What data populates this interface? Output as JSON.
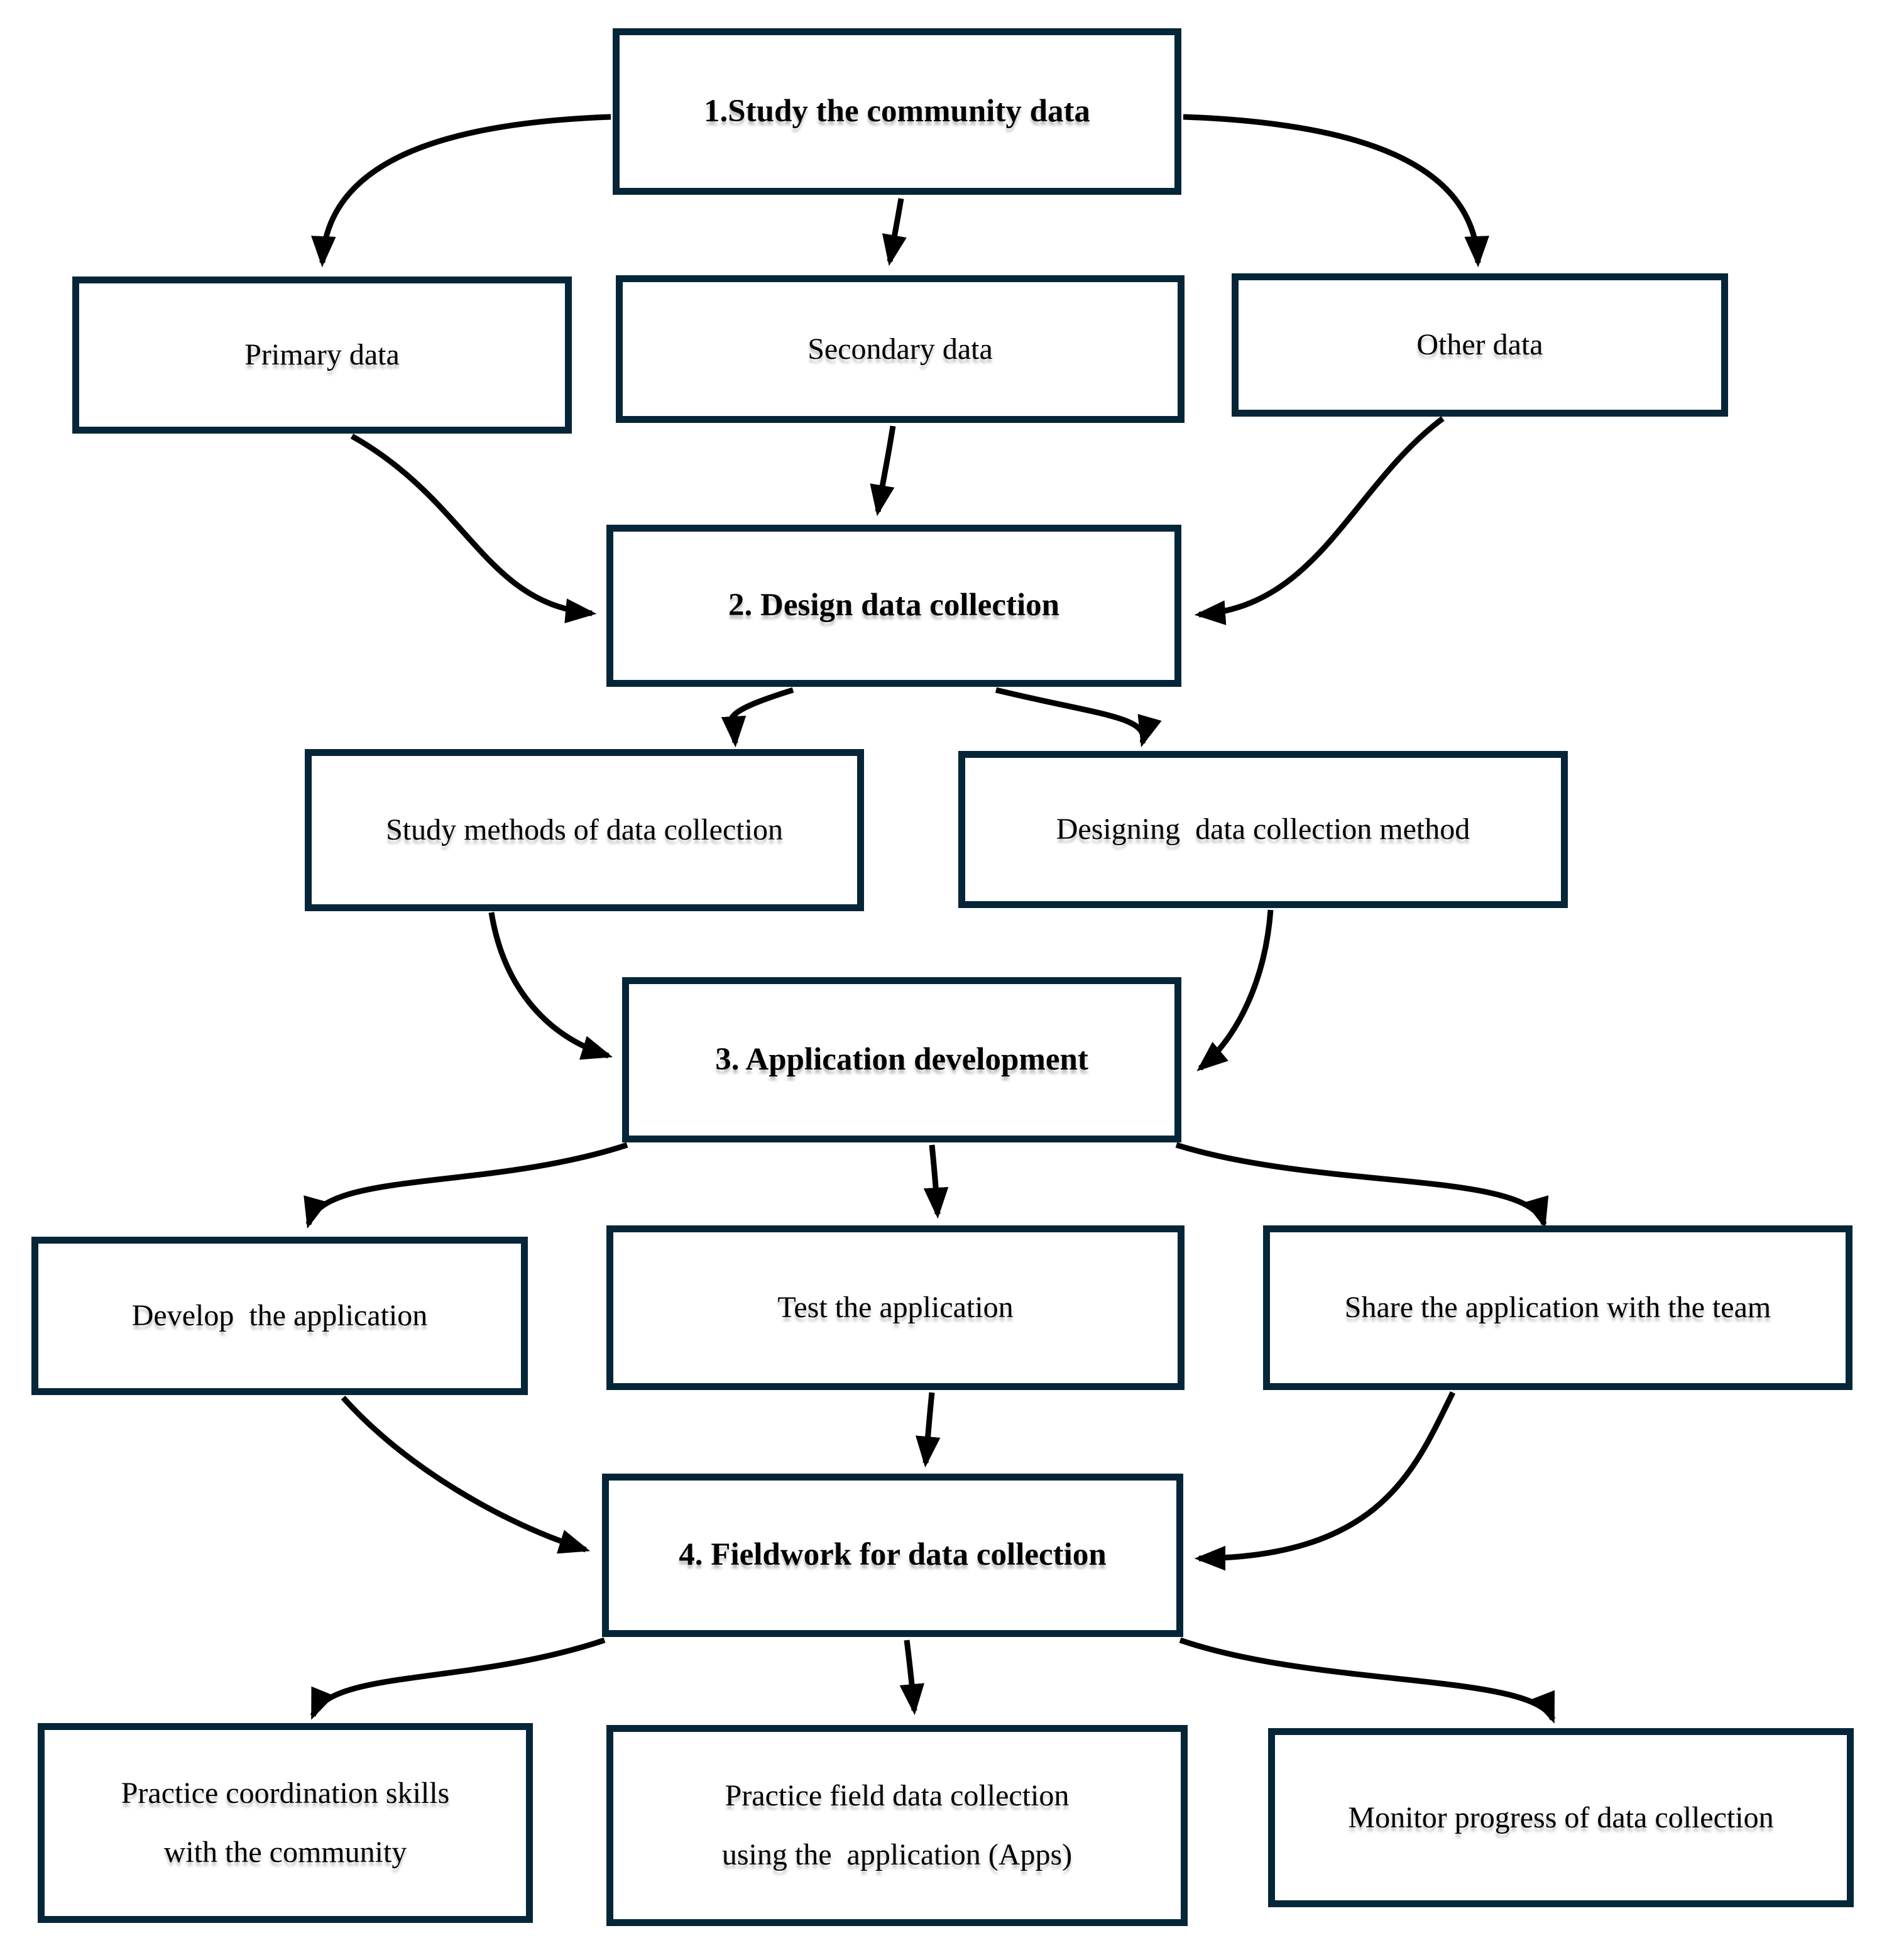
{
  "colors": {
    "box_border": "#052638",
    "arrow": "#000000",
    "text": "#000000",
    "background": "#ffffff"
  },
  "nodes": {
    "study": {
      "label": "1.Study the community data"
    },
    "primary": {
      "label": "Primary data"
    },
    "secondary": {
      "label": "Secondary data"
    },
    "other": {
      "label": "Other data"
    },
    "design": {
      "label": "2. Design data collection"
    },
    "methods": {
      "label": "Study methods of data collection"
    },
    "designing": {
      "label": "Designing  data collection method"
    },
    "appdev": {
      "label": "3. Application development"
    },
    "develop": {
      "label": "Develop  the application"
    },
    "test": {
      "label": "Test the application"
    },
    "share": {
      "label": "Share the application with the team"
    },
    "fieldwork": {
      "label": "4. Fieldwork for data collection"
    },
    "coord": {
      "lines": [
        "Practice coordination skills",
        "with the community"
      ]
    },
    "field": {
      "lines": [
        "Practice field data collection",
        "using the  application (Apps)"
      ]
    },
    "monitor": {
      "label": "Monitor progress of data collection"
    }
  },
  "edges": [
    {
      "from": "study",
      "to": "primary"
    },
    {
      "from": "study",
      "to": "secondary"
    },
    {
      "from": "study",
      "to": "other"
    },
    {
      "from": "primary",
      "to": "design"
    },
    {
      "from": "secondary",
      "to": "design"
    },
    {
      "from": "other",
      "to": "design"
    },
    {
      "from": "design",
      "to": "methods"
    },
    {
      "from": "design",
      "to": "designing"
    },
    {
      "from": "methods",
      "to": "appdev"
    },
    {
      "from": "designing",
      "to": "appdev"
    },
    {
      "from": "appdev",
      "to": "develop"
    },
    {
      "from": "appdev",
      "to": "test"
    },
    {
      "from": "appdev",
      "to": "share"
    },
    {
      "from": "develop",
      "to": "fieldwork"
    },
    {
      "from": "test",
      "to": "fieldwork"
    },
    {
      "from": "share",
      "to": "fieldwork"
    },
    {
      "from": "fieldwork",
      "to": "coord"
    },
    {
      "from": "fieldwork",
      "to": "field"
    },
    {
      "from": "fieldwork",
      "to": "monitor"
    }
  ]
}
